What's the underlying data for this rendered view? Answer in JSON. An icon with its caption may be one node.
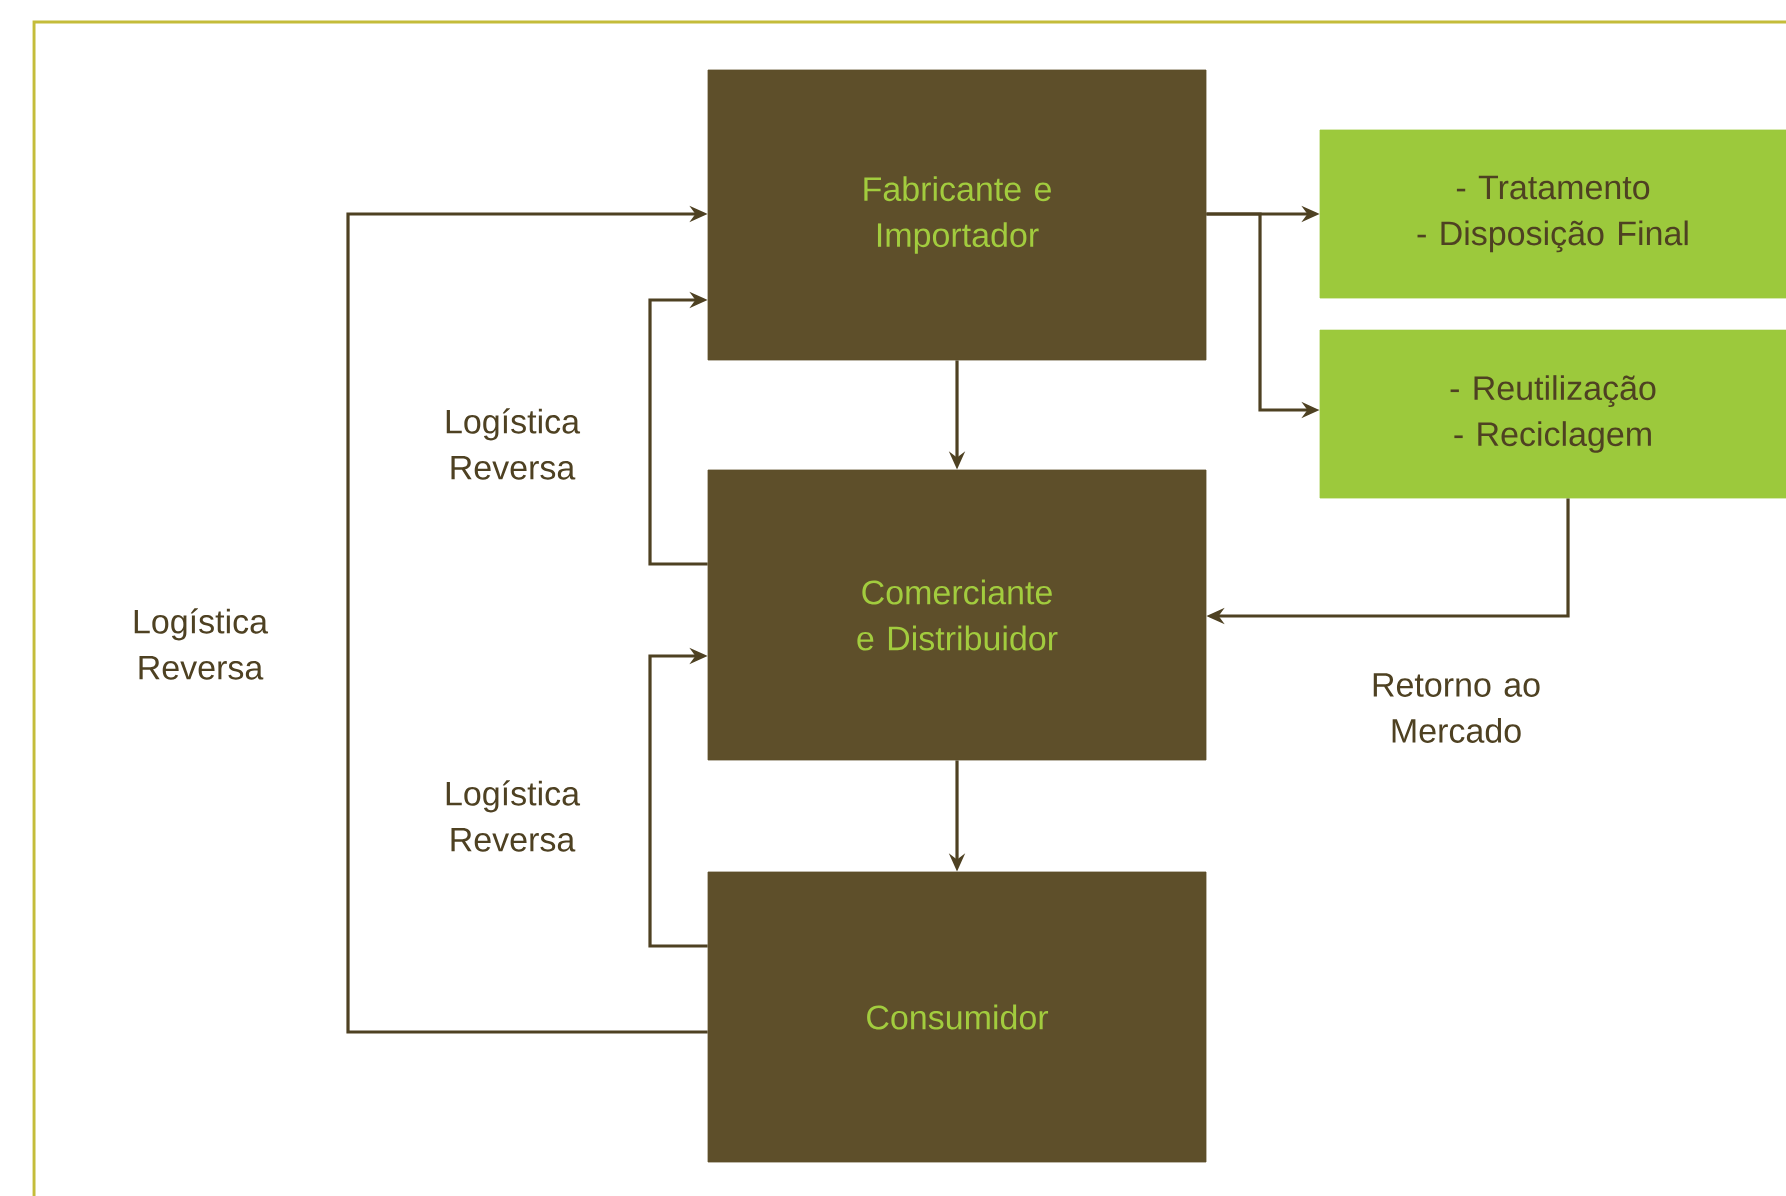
{
  "diagram": {
    "nodes": [
      {
        "text": [
          "Fabricante e Importador"
        ]
      },
      {
        "text": [
          "- Tratamento",
          "- Disposição Final"
        ]
      },
      {
        "text": [
          "- Reutilização",
          "- Reciclagem"
        ]
      },
      {
        "text": [
          "Comerciante e Distribuidor"
        ]
      },
      {
        "text": [
          "Consumidor"
        ]
      }
    ],
    "edges": [
      {
        "from": 0,
        "to": 1,
        "arrow": "to"
      },
      {
        "from": 0,
        "to": 2,
        "arrow": "to"
      },
      {
        "from": 0,
        "to": 3,
        "arrow": "to"
      },
      {
        "from": 2,
        "to": 3,
        "arrow": "to",
        "label": "Retorno ao Mercado"
      },
      {
        "from": 3,
        "to": 0,
        "arrow": "to",
        "label": "Logística Reversa"
      },
      {
        "from": 3,
        "to": 4,
        "arrow": "to"
      },
      {
        "from": 4,
        "to": 3,
        "arrow": "to",
        "label": "Logística Reversa"
      },
      {
        "from": 4,
        "to": 0,
        "arrow": "to",
        "label": "Logística Reversa"
      }
    ]
  }
}
